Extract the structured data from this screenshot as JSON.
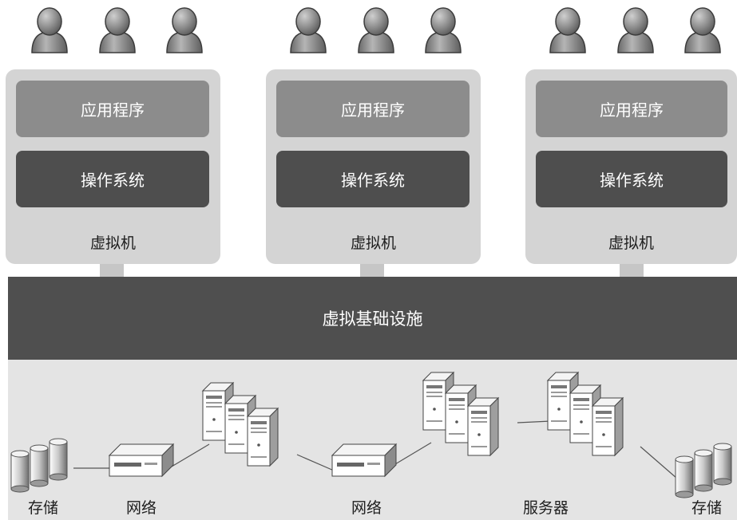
{
  "vms": [
    {
      "app": "应用程序",
      "os": "操作系统",
      "label": "虚拟机"
    },
    {
      "app": "应用程序",
      "os": "操作系统",
      "label": "虚拟机"
    },
    {
      "app": "应用程序",
      "os": "操作系统",
      "label": "虚拟机"
    }
  ],
  "infrastructure": {
    "label": "虚拟基础设施"
  },
  "hardware": {
    "storage_left": "存储",
    "network_left": "网络",
    "network_mid": "网络",
    "servers": "服务器",
    "storage_right": "存储"
  },
  "icons": {
    "user": "user-icon",
    "storage": "storage-icon",
    "switch": "network-switch-icon",
    "server": "server-icon"
  },
  "colors": {
    "vm_bg": "#d4d4d4",
    "app_block": "#8c8c8c",
    "os_block": "#4e4e4e",
    "infra": "#4f4f4f",
    "hw_bg": "#e4e4e4"
  }
}
